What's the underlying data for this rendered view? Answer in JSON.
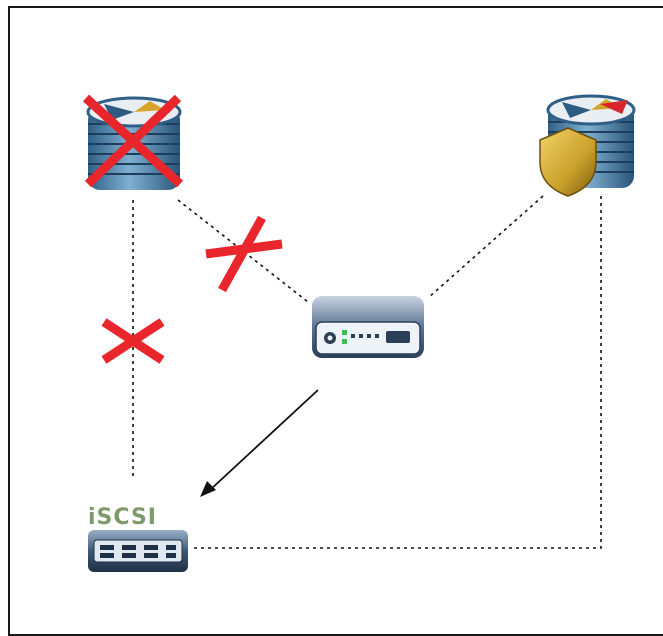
{
  "diagram": {
    "nodes": [
      {
        "id": "central_vrm",
        "icon": "storage-server-icon",
        "state": "failed"
      },
      {
        "id": "secondary_vrm",
        "icon": "secure-storage-server-icon",
        "state": "active"
      },
      {
        "id": "encoder",
        "icon": "network-encoder-icon",
        "state": "active"
      },
      {
        "id": "iscsi_storage",
        "icon": "iscsi-storage-icon",
        "label": "iSCSI"
      }
    ],
    "connections": [
      {
        "from": "central_vrm",
        "to": "encoder",
        "style": "dotted",
        "state": "broken"
      },
      {
        "from": "central_vrm",
        "to": "iscsi_storage",
        "style": "dotted",
        "state": "broken"
      },
      {
        "from": "secondary_vrm",
        "to": "encoder",
        "style": "dotted",
        "state": "active"
      },
      {
        "from": "secondary_vrm",
        "to": "iscsi_storage",
        "style": "dotted",
        "state": "active"
      },
      {
        "from": "encoder",
        "to": "iscsi_storage",
        "style": "arrow",
        "state": "recording"
      }
    ],
    "colors": {
      "failure": "#e8262c",
      "line": "#111111",
      "shield": "#c9a02a"
    }
  }
}
